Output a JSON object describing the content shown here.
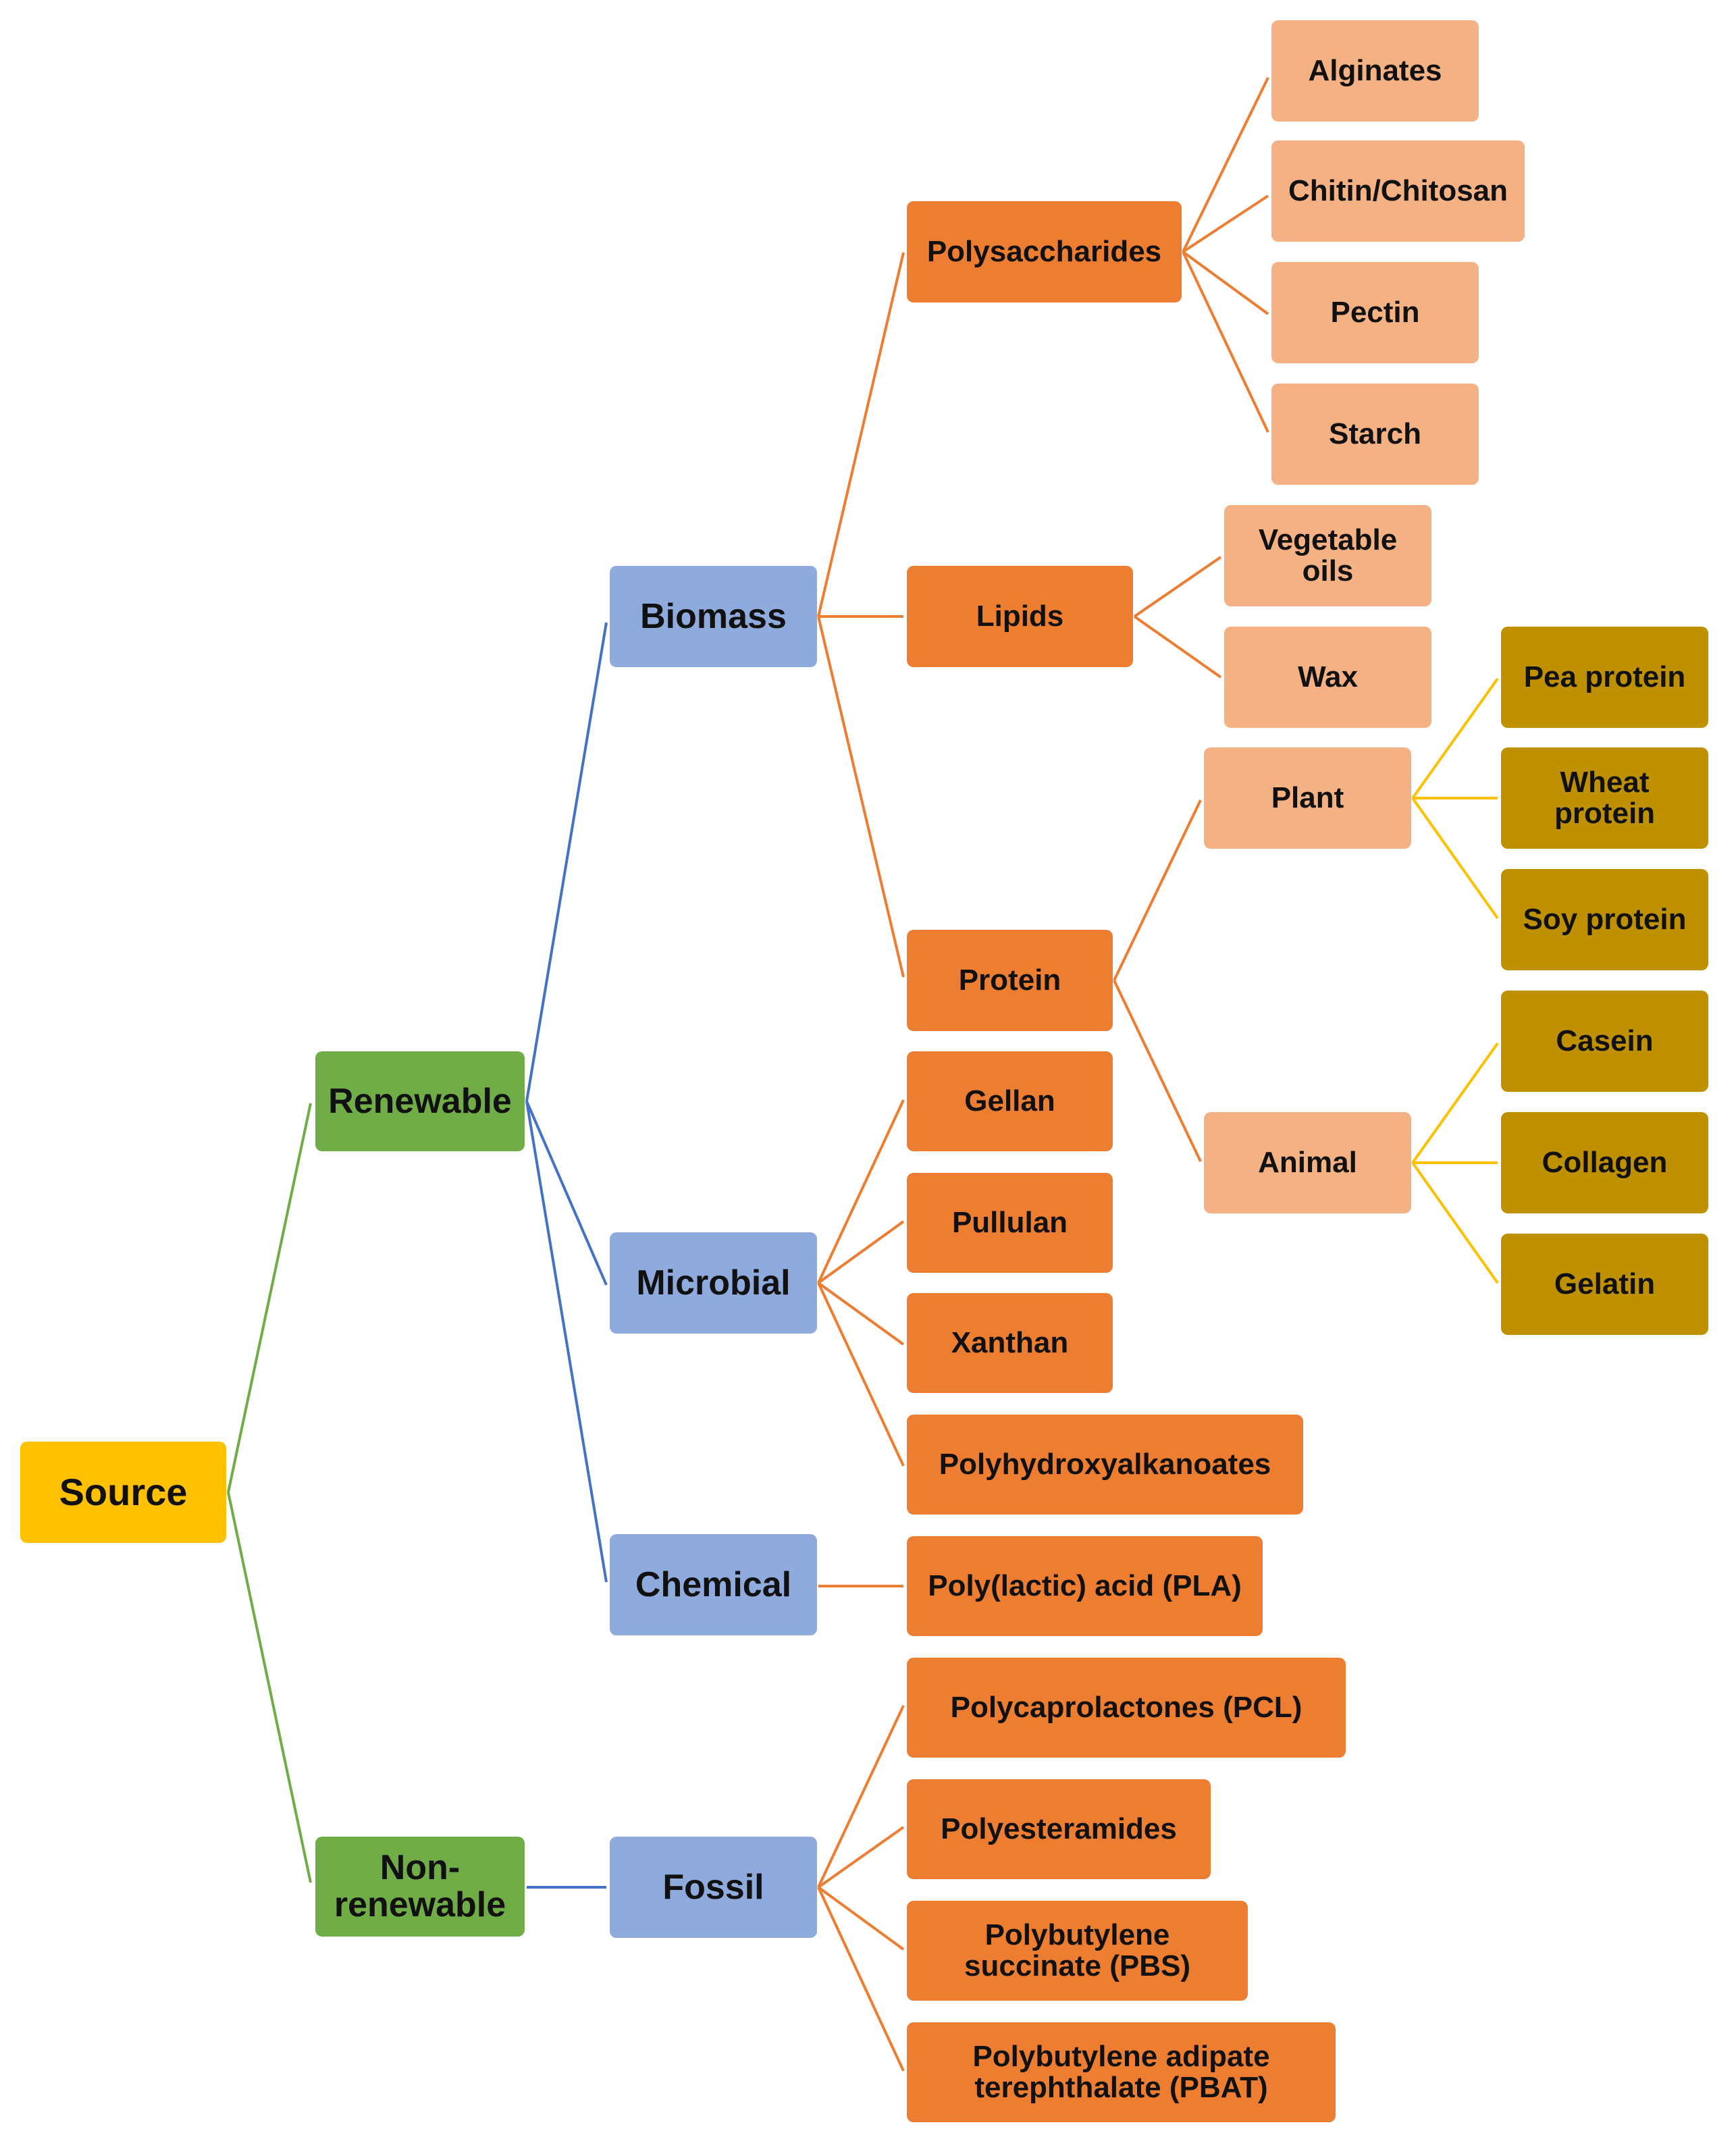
{
  "diagram": {
    "type": "tree",
    "colors": {
      "root": "#FFC000",
      "level1": "#70AD47",
      "level2": "#8FAADC",
      "level3": "#ED7D31",
      "level4": "#F4B183",
      "level5": "#BF9000"
    },
    "nodes": {
      "source": "Source",
      "renewable": "Renewable",
      "nonrenewable": "Non-\nrenewable",
      "biomass": "Biomass",
      "microbial": "Microbial",
      "chemical": "Chemical",
      "fossil": "Fossil",
      "polysaccharides": "Polysaccharides",
      "lipids": "Lipids",
      "protein": "Protein",
      "gellan": "Gellan",
      "pullulan": "Pullulan",
      "xanthan": "Xanthan",
      "pha": "Polyhydroxyalkanoates",
      "pla": "Poly(lactic)  acid  (PLA)",
      "pcl": "Polycaprolactones  (PCL)",
      "polyesteramides": "Polyesteramides",
      "pbs": "Polybutylene\nsuccinate (PBS)",
      "pbat": "Polybutylene  adipate\nterephthalate (PBAT)",
      "alginates": "Alginates",
      "chitin": "Chitin/Chitosan",
      "pectin": "Pectin",
      "starch": "Starch",
      "vegoils": "Vegetable\noils",
      "wax": "Wax",
      "plant": "Plant",
      "animal": "Animal",
      "pea": "Pea protein",
      "wheat": "Wheat\nprotein",
      "soy": "Soy protein",
      "casein": "Casein",
      "collagen": "Collagen",
      "gelatin": "Gelatin"
    }
  }
}
